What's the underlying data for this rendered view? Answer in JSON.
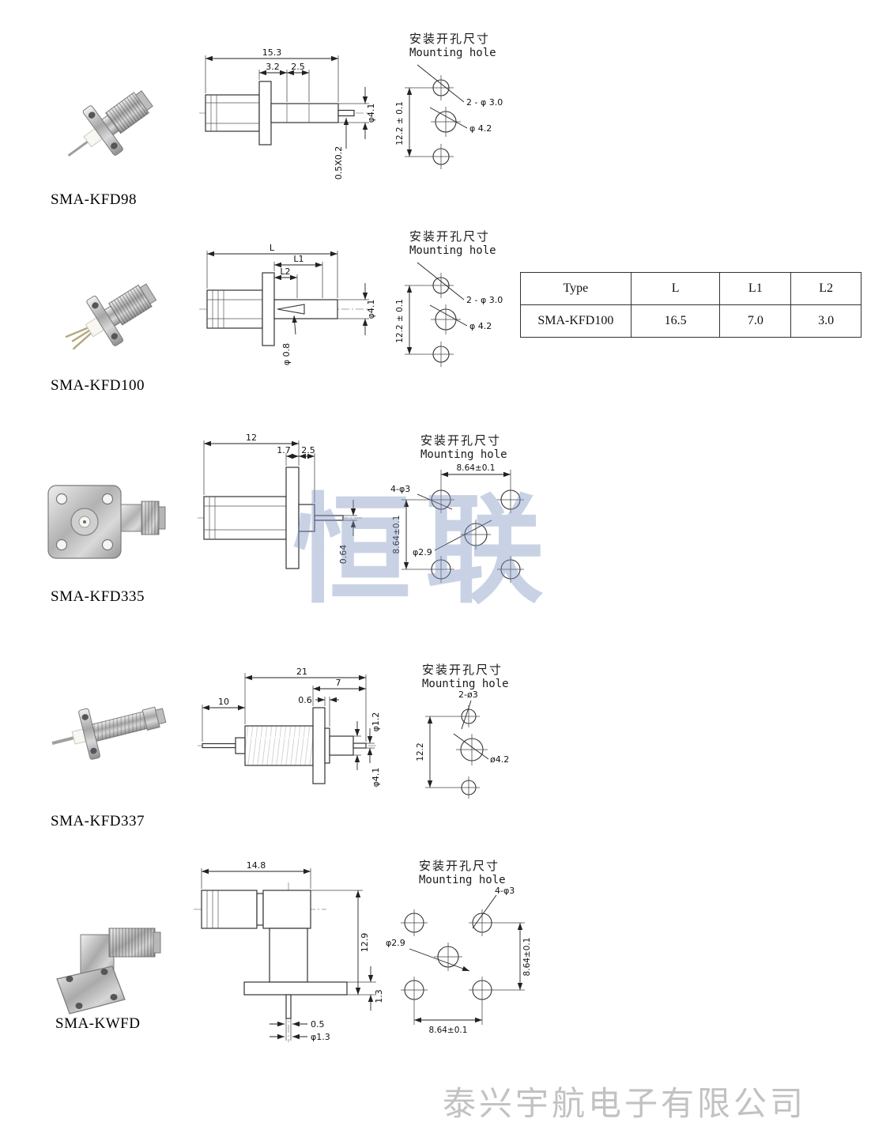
{
  "page": {
    "center_watermark": "恒联",
    "company_watermark": "泰兴宇航电子有限公司"
  },
  "mounting_title": {
    "cn": "安装开孔尺寸",
    "en": "Mounting hole"
  },
  "sections": [
    {
      "model": "SMA-KFD98",
      "dims": {
        "overall": "15.3",
        "a": "3.2",
        "b": "2.5",
        "dia": "φ4.1",
        "pin": "0.5X0.2"
      },
      "mount": {
        "pitch": "12.2 ± 0.1",
        "holes": "2 - φ 3.0",
        "center": "φ 4.2"
      }
    },
    {
      "model": "SMA-KFD100",
      "dims": {
        "overall": "L",
        "a": "L1",
        "b": "L2",
        "dia": "φ4.1",
        "pin": "φ 0.8"
      },
      "mount": {
        "pitch": "12.2 ± 0.1",
        "holes": "2 - φ 3.0",
        "center": "φ 4.2"
      }
    },
    {
      "model": "SMA-KFD335",
      "dims": {
        "overall": "12",
        "a": "1.7",
        "b": "2.5",
        "tab": "0.64"
      },
      "mount": {
        "pitch_top": "8.64±0.1",
        "pitch_side": "8.64±0.1",
        "holes": "4-φ3",
        "center": "φ2.9"
      }
    },
    {
      "model": "SMA-KFD337",
      "dims": {
        "overall": "21",
        "a": "7",
        "b": "0.6",
        "c": "10",
        "pin_dia": "φ1.2",
        "dia": "φ4.1"
      },
      "mount": {
        "pitch": "12.2",
        "holes": "2-ø3",
        "center": "ø4.2"
      }
    },
    {
      "model": "SMA-KWFD",
      "dims": {
        "overall": "14.8",
        "height": "12.9",
        "flange": "1.3",
        "pin_w": "0.5",
        "pin_dia": "φ1.3"
      },
      "mount": {
        "pitch_right": "8.64±0.1",
        "pitch_bottom": "8.64±0.1",
        "holes": "4-φ3",
        "center": "φ2.9"
      }
    }
  ],
  "table": {
    "headers": [
      "Type",
      "L",
      "L1",
      "L2"
    ],
    "row": [
      "SMA-KFD100",
      "16.5",
      "7.0",
      "3.0"
    ]
  }
}
